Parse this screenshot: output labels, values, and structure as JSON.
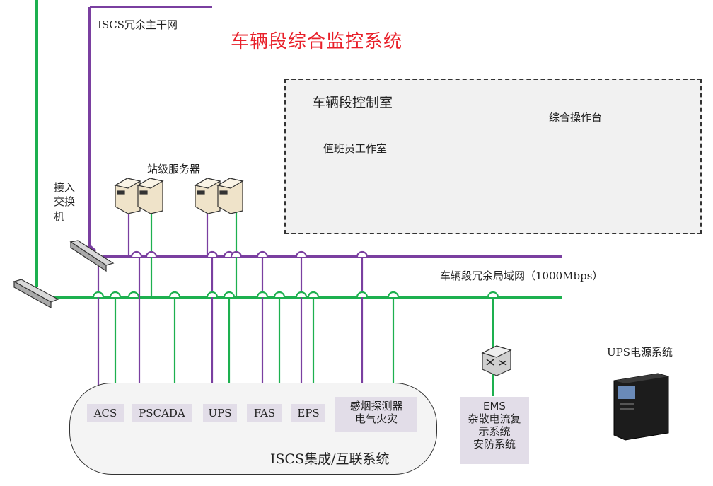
{
  "diagram": {
    "title": "车辆段综合监控系统",
    "backbone_label": "ISCS冗余主干网",
    "lan_label": "车辆段冗余局域网（1000Mbps）",
    "access_switch_label": [
      "接入",
      "交换",
      "机"
    ],
    "server_group_label": "站级服务器",
    "control_room": {
      "title": "车辆段控制室",
      "duty_room_label": "值班员工作室",
      "console_label": "综合操作台"
    },
    "iscs_label": "ISCS集成/互联系统",
    "subsystems": [
      {
        "label": "ACS"
      },
      {
        "label": "PSCADA"
      },
      {
        "label": "UPS"
      },
      {
        "label": "FAS"
      },
      {
        "label": "EPS"
      },
      {
        "label": "感烟探测器\n电气火灾"
      }
    ],
    "ems_label": "EMS\n杂散电流复\n示系统\n安防系统",
    "ups_system_label": "UPS电源系统",
    "colors": {
      "green": "#1db04f",
      "purple": "#7a3fa0",
      "title_red": "#e8202a"
    }
  }
}
